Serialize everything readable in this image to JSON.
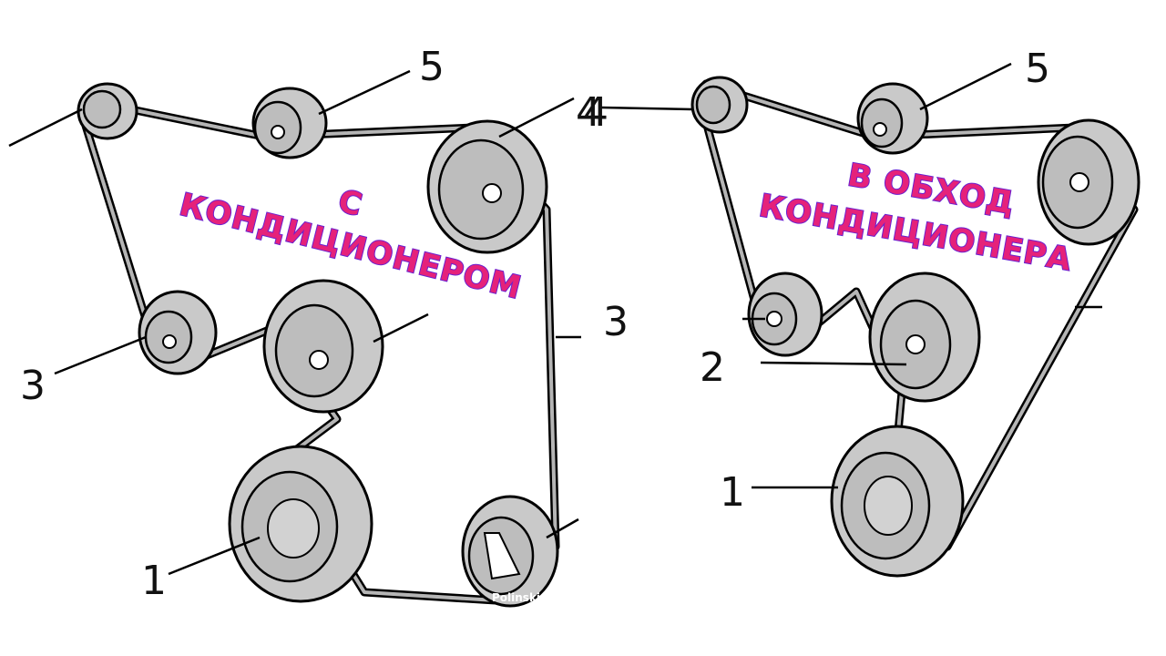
{
  "left_panel": {
    "banner_line1": "С",
    "banner_line2": "КОНДИЦИОНЕРОМ",
    "labels": {
      "top_idler": "5",
      "right_pulley": "4",
      "belt_right": "3",
      "left_idler": "3",
      "crank": "1"
    }
  },
  "right_panel": {
    "banner_line1": "В ОБХОД",
    "banner_line2": "КОНДИЦИОНЕРА",
    "labels": {
      "top_left": "4",
      "top_idler": "5",
      "water_pump": "2",
      "crank": "1"
    }
  },
  "watermark": "Polinski для і",
  "colors": {
    "accent": "#e5227a",
    "shadow": "#6a1fd0"
  }
}
